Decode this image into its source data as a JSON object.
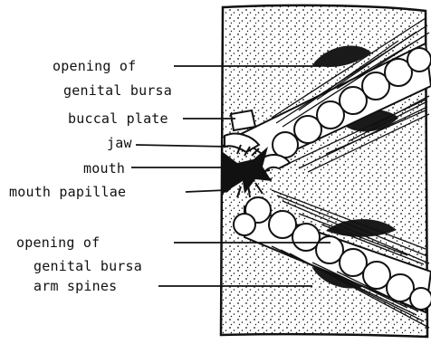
{
  "labels": {
    "opening_top_line1": "opening of",
    "opening_top_line2": "genital bursa",
    "buccal_plate": "buccal plate",
    "jaw": "jaw",
    "mouth": "mouth",
    "mouth_papillae": "mouth papillae",
    "opening_bottom_line1": "opening of",
    "opening_bottom_line2": "genital bursa",
    "arm_spines": "arm spines"
  },
  "colors": {
    "ink": "#111111",
    "paper": "#ffffff",
    "bursa": "#1a1a1a"
  }
}
